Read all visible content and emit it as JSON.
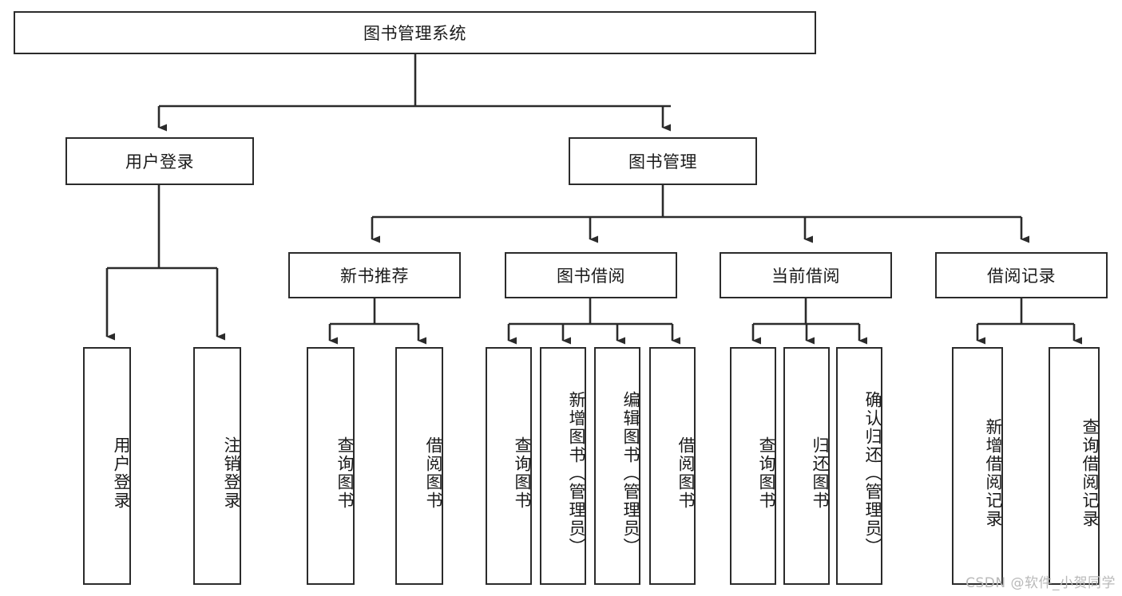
{
  "diagram": {
    "title": "图书管理系统",
    "watermark": "CSDN @软件_小贺同学",
    "line_color": "#2b2b2b",
    "box_fill": "#ffffff",
    "text_color": "#1a1a1a",
    "watermark_color": "#b9b9b9"
  },
  "root": {
    "label": "图书管理系统"
  },
  "level2": [
    {
      "label": "用户登录"
    },
    {
      "label": "图书管理"
    }
  ],
  "level3": [
    {
      "label": "新书推荐"
    },
    {
      "label": "图书借阅"
    },
    {
      "label": "当前借阅"
    },
    {
      "label": "借阅记录"
    }
  ],
  "leaves": {
    "user_login": [
      {
        "label": "用户登录"
      },
      {
        "label": "注销登录"
      }
    ],
    "new_book_recommend": [
      {
        "label": "查询图书"
      },
      {
        "label": "借阅图书"
      }
    ],
    "book_borrow": [
      {
        "label": "查询图书"
      },
      {
        "label": "新增图书（管理员）"
      },
      {
        "label": "编辑图书（管理员）"
      },
      {
        "label": "借阅图书"
      }
    ],
    "current_borrow": [
      {
        "label": "查询图书"
      },
      {
        "label": "归还图书"
      },
      {
        "label": "确认归还（管理员）"
      }
    ],
    "borrow_record": [
      {
        "label": "新增借阅记录"
      },
      {
        "label": "查询借阅记录"
      }
    ]
  }
}
